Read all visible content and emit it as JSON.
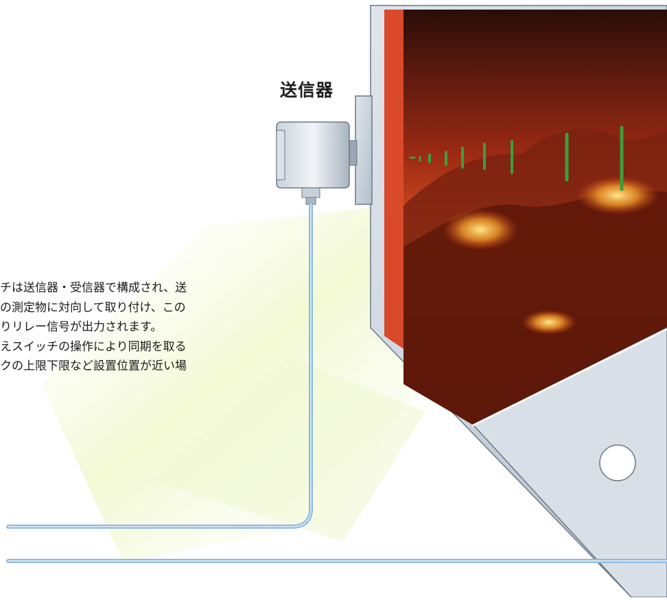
{
  "diagram": {
    "label": "送信器",
    "description_lines": [
      "チは送信器・受信器で構成され、送",
      "の測定物に対向して取り付け、この",
      "りリレー信号が出力されます。",
      "えスイッチの操作により同期を取る",
      "クの上限下限など設置位置が近い場"
    ]
  },
  "colors": {
    "cable": "#8db9e0",
    "tank_wall": "#c8d1dc",
    "tank_liner": "#d94a2a",
    "beam": "#3e9e3a",
    "glow": "#e9f4b8"
  }
}
